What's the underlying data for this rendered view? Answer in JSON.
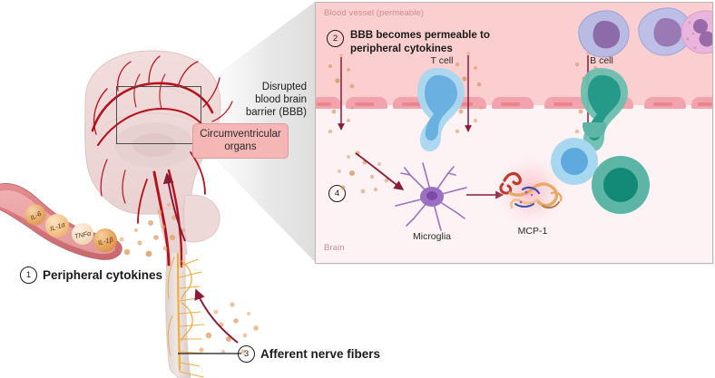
{
  "figure": {
    "type": "biomedical-pathway-diagram",
    "title": "Peripheral cytokine signalling to the brain"
  },
  "steps": [
    {
      "num": "1",
      "label": "Peripheral cytokines"
    },
    {
      "num": "2",
      "label": "BBB becomes permeable to peripheral cytokines"
    },
    {
      "num": "3",
      "label": "Afferent nerve fibers"
    },
    {
      "num": "4",
      "label": ""
    }
  ],
  "step2": {
    "num": "2",
    "line1": "BBB becomes permeable to",
    "line2": "peripheral cytokines"
  },
  "step4": {
    "num": "4"
  },
  "callouts": {
    "circumventricular": {
      "line1": "Circumventricular",
      "line2": "organs"
    },
    "bbb": {
      "line1": "Disrupted",
      "line2": "blood brain",
      "line3": "barrier (BBB)"
    }
  },
  "panel": {
    "region_top": "Blood vessel (permeable)",
    "region_bottom": "Brain",
    "labels": {
      "tcell": "T cell",
      "bcell": "B cell",
      "microglia": "Microglia",
      "mcp1": "MCP-1"
    }
  },
  "cytokines": [
    {
      "name": "IL-6",
      "rot": -28
    },
    {
      "name": "IL-1α",
      "rot": -18
    },
    {
      "name": "TNFα",
      "rot": -12
    },
    {
      "name": "IL-1β",
      "rot": -14
    }
  ],
  "colors": {
    "vessel_bg": "#fbcfcf",
    "brain_bg": "#fdf2f4",
    "endothelium": "#f3a3ad",
    "callout_fill": "#f5b6b6",
    "callout_border": "#e09a9a",
    "artery": "#b5121b",
    "nerve": "#f0a93c",
    "cytokine_dot": "#e2a268",
    "tcell": "#7ec4ea",
    "tcell_nucleus": "#4e9fd8",
    "bcell": "#3fa695",
    "bcell_nucleus": "#18887a",
    "monocyte": "#b3b6e0",
    "monocyte_nucleus": "#8d6aa8",
    "granulocyte": "#e5aed6",
    "microglia": "#8f62b5",
    "arrow_dark_red": "#8c1b3a",
    "panel_border": "#b9b9b9",
    "text": "#1b1b1b",
    "region_label": "#c58e93"
  }
}
